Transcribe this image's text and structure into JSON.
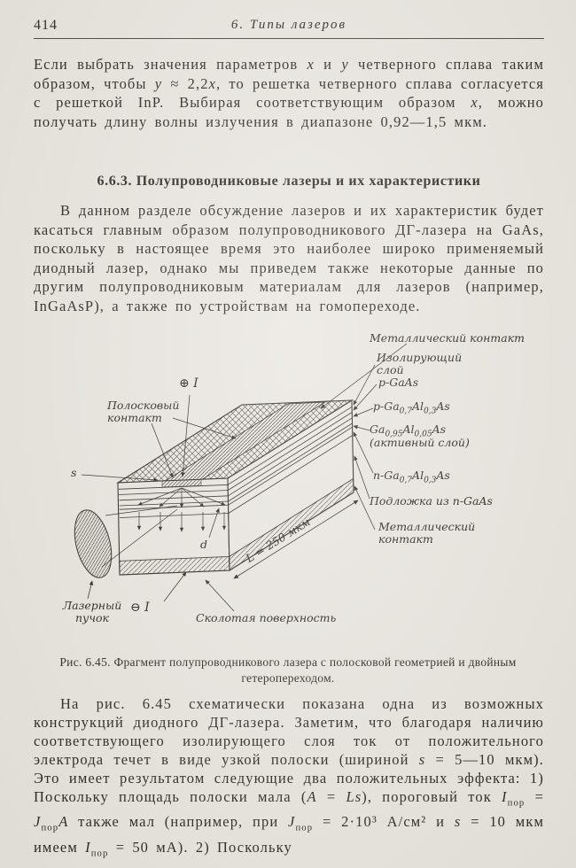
{
  "page": {
    "paper": "#e9e6e0",
    "ink": "#2a2722"
  },
  "header": {
    "page_number": "414",
    "running_title": "6. Типы лазеров"
  },
  "section": {
    "heading": "6.6.3. Полупроводниковые лазеры и их характеристики"
  },
  "paragraphs": {
    "p1": [
      {
        "t": "Если выбрать значения параметров "
      },
      {
        "t": "x",
        "s": "i"
      },
      {
        "t": " и "
      },
      {
        "t": "y",
        "s": "i"
      },
      {
        "t": " четверного сплава таким образом, чтобы "
      },
      {
        "t": "y",
        "s": "i"
      },
      {
        "t": " ≈ 2,2"
      },
      {
        "t": "x",
        "s": "i"
      },
      {
        "t": ", то решетка четверного сплава согласуется с решеткой InP. Выбирая соответствующим образом "
      },
      {
        "t": "x",
        "s": "i"
      },
      {
        "t": ", можно получать длину волны излучения в диапазоне 0,92—1,5 мкм."
      }
    ],
    "p2": [
      {
        "t": "В данном разделе обсуждение лазеров и их характеристик будет касаться главным образом полупроводникового ДГ-лазера на GaAs, поскольку в настоящее время это наиболее широко применяемый диодный лазер, однако мы приведем также некоторые данные по другим полупроводниковым материалам для лазеров (например, InGaAsP), а также по устройствам на гомопереходе."
      }
    ],
    "p3": [
      {
        "t": "На рис. 6.45 схематически показана одна из возможных конструкций диодного ДГ-лазера. Заметим, что благодаря наличию соответствующего изолирующего слоя ток от положительного электрода течет в виде узкой полоски (шириной "
      },
      {
        "t": "s",
        "s": "i"
      },
      {
        "t": " = 5—10 мкм). Это имеет результатом следующие два положительных эффекта: 1) Поскольку площадь полоски мала ("
      },
      {
        "t": "A",
        "s": "i"
      },
      {
        "t": " = "
      },
      {
        "t": "Ls",
        "s": "i"
      },
      {
        "t": "), пороговый ток "
      },
      {
        "t": "I",
        "s": "i"
      },
      {
        "t": "пор",
        "s": "sub"
      },
      {
        "t": " = "
      },
      {
        "t": "J",
        "s": "i"
      },
      {
        "t": "пор",
        "s": "sub"
      },
      {
        "t": "A",
        "s": "i"
      },
      {
        "t": " также мал (например, при "
      },
      {
        "t": "J",
        "s": "i"
      },
      {
        "t": "пор",
        "s": "sub"
      },
      {
        "t": " = 2·10³ А/см² и "
      },
      {
        "t": "s",
        "s": "i"
      },
      {
        "t": " = 10 мкм имеем "
      },
      {
        "t": "I",
        "s": "i"
      },
      {
        "t": "пор",
        "s": "sub"
      },
      {
        "t": " = 50 мА). 2) Поскольку"
      }
    ]
  },
  "figure": {
    "caption": "Рис. 6.45. Фрагмент полупроводникового лазера с полосковой геометрией и двойным гетеропереходом.",
    "labels": {
      "metal_contact_top": "Металлический контакт",
      "insulating_layer": "Изолирующий слой",
      "p_gaas": "p-GaAs",
      "p_algaas": [
        {
          "t": "p-Ga"
        },
        {
          "t": "0,7",
          "s": "sub"
        },
        {
          "t": "Al"
        },
        {
          "t": "0,3",
          "s": "sub"
        },
        {
          "t": "As"
        }
      ],
      "active_formula": [
        {
          "t": "Ga"
        },
        {
          "t": "0,95",
          "s": "sub"
        },
        {
          "t": "Al"
        },
        {
          "t": "0,05",
          "s": "sub"
        },
        {
          "t": "As"
        }
      ],
      "active_note": "(активный слой)",
      "n_algaas": [
        {
          "t": "n-Ga"
        },
        {
          "t": "0,7",
          "s": "sub"
        },
        {
          "t": "Al"
        },
        {
          "t": "0,3",
          "s": "sub"
        },
        {
          "t": "As"
        }
      ],
      "substrate": "Подложка из n-GaAs",
      "metal_contact_bottom": "Металлический контакт",
      "stripe_contact": "Полосковый контакт",
      "plus_terminal": [
        {
          "t": "⊕",
          "s": "n"
        },
        {
          "t": " I",
          "s": "i"
        }
      ],
      "minus_terminal": [
        {
          "t": "⊖",
          "s": "n"
        },
        {
          "t": " I",
          "s": "i"
        }
      ],
      "s_dim": "s",
      "d_dim": "d",
      "length_dim": "L = 250 мкм",
      "laser_beam": "Лазерный пучок",
      "cleaved_surface": "Сколотая поверхность"
    }
  }
}
